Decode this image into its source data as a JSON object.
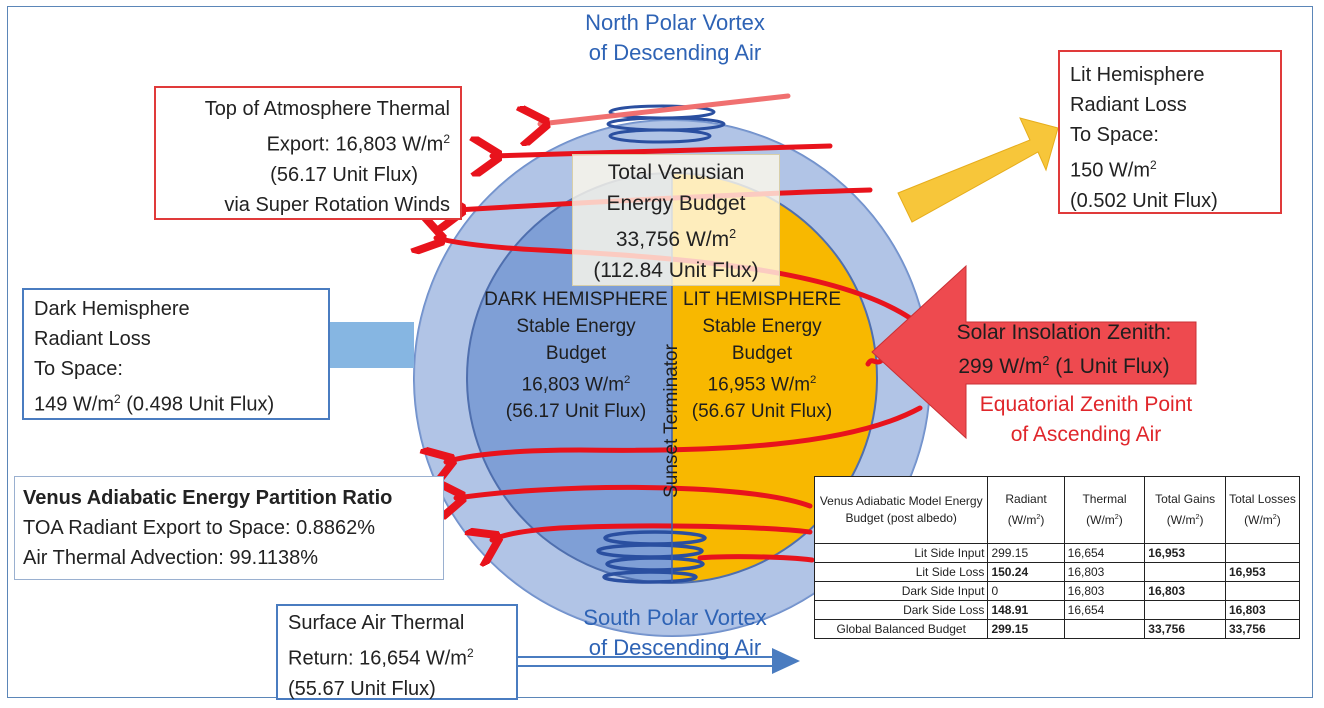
{
  "titles": {
    "north_line1": "North Polar Vortex",
    "north_line2": "of Descending Air",
    "south_line1": "South Polar Vortex",
    "south_line2": "of Descending Air"
  },
  "toa_box": {
    "line1": "Top of Atmosphere Thermal",
    "line2": "Export: 16,803 W/m",
    "line2_sup": "2",
    "line3": "(56.17 Unit Flux)",
    "line4": "via Super Rotation Winds"
  },
  "lit_loss_box": {
    "line1": "Lit Hemisphere",
    "line2": "Radiant Loss",
    "line3": "To Space:",
    "line4": "150 W/m",
    "line4_sup": "2",
    "line5": "(0.502 Unit Flux)"
  },
  "dark_loss_box": {
    "line1": "Dark Hemisphere",
    "line2": "Radiant Loss",
    "line3": "To Space:",
    "line4a": "149 W/m",
    "line4_sup": "2",
    "line4b": " (0.498 Unit Flux)"
  },
  "center_box": {
    "line1": "Total Venusian",
    "line2": "Energy Budget",
    "line3": "33,756 W/m",
    "line3_sup": "2",
    "line4": "(112.84 Unit Flux)"
  },
  "dark_hemisphere": {
    "line1": "DARK HEMISPHERE",
    "line2": "Stable Energy",
    "line3": "Budget",
    "line4": "16,803 W/m",
    "line4_sup": "2",
    "line5": "(56.17 Unit Flux)"
  },
  "lit_hemisphere": {
    "line1": "LIT HEMISPHERE",
    "line2": "Stable Energy",
    "line3": "Budget",
    "line4": "16,953 W/m",
    "line4_sup": "2",
    "line5": "(56.67 Unit Flux)"
  },
  "terminator_label": "Sunset Terminator",
  "solar_arrow": {
    "line1": "Solar Insolation Zenith:",
    "line2a": "299 W/m",
    "line2_sup": "2",
    "line2b": " (1 Unit Flux)"
  },
  "equatorial": {
    "line1": "Equatorial Zenith Point",
    "line2": "of Ascending Air"
  },
  "partition_box": {
    "title": "Venus Adiabatic Energy Partition Ratio",
    "line1": "TOA Radiant Export to Space: 0.8862%",
    "line2": "Air Thermal Advection: 99.1138%"
  },
  "surface_box": {
    "line1": "Surface Air Thermal",
    "line2": "Return: 16,654 W/m",
    "line2_sup": "2",
    "line3": "(55.67 Unit Flux)"
  },
  "table": {
    "headers": [
      {
        "text": "Venus Adiabatic Model Energy Budget (post albedo)",
        "sup": ""
      },
      {
        "text": "Radiant (W/m",
        "sup": "2"
      },
      {
        "text": "Thermal (W/m",
        "sup": "2"
      },
      {
        "text": "Total Gains (W/m",
        "sup": "2"
      },
      {
        "text": "Total Losses (W/m",
        "sup": "2"
      }
    ],
    "rows": [
      {
        "label": "Lit Side Input",
        "radiant": "299.15",
        "thermal": "16,654",
        "gains": "16,953",
        "losses": ""
      },
      {
        "label": "Lit Side Loss",
        "radiant": "150.24",
        "thermal": "16,803",
        "gains": "",
        "losses": "16,953"
      },
      {
        "label": "Dark Side Input",
        "radiant": "0",
        "thermal": "16,803",
        "gains": "16,803",
        "losses": ""
      },
      {
        "label": "Dark Side Loss",
        "radiant": "148.91",
        "thermal": "16,654",
        "gains": "",
        "losses": "16,803"
      },
      {
        "label": "Global Balanced Budget",
        "radiant": "299.15",
        "thermal": "",
        "gains": "33,756",
        "losses": "33,756"
      }
    ]
  },
  "colors": {
    "outer_ring": "#9fb6e0",
    "dark_hemisphere": "#7f9fd6",
    "lit_hemisphere": "#f8b800",
    "wind_red": "#e8131c",
    "vortex_blue": "#2a4fa0",
    "lit_arrow": "#f7c63a",
    "dark_arrow": "#86b6e2",
    "solar_arrow": "#ee4a4f",
    "return_arrow": "#4a7cc0"
  }
}
